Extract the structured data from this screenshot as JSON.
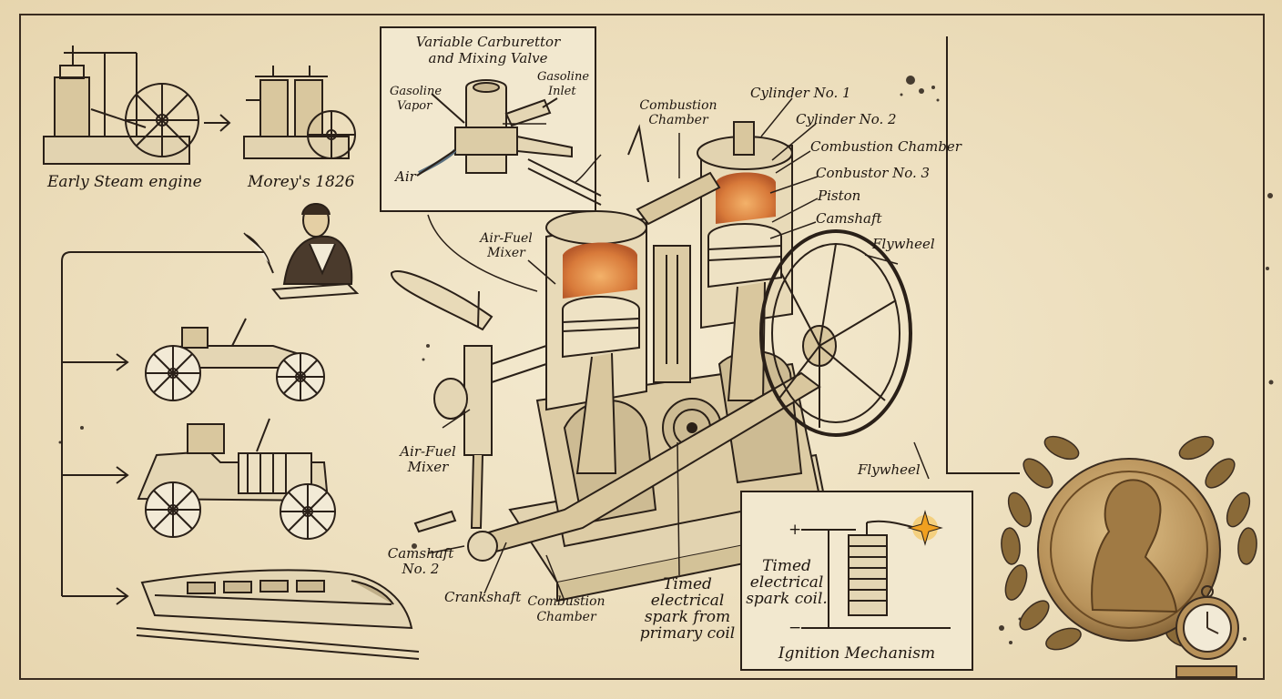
{
  "timeline": {
    "steam_label": "Early Steam engine",
    "morey_label": "Morey's 1826"
  },
  "carburettor_inset": {
    "title_line1": "Variable Carburettor",
    "title_line2": "and Mixing Valve",
    "gas_vapor_l1": "Gasoline",
    "gas_vapor_l2": "Vapor",
    "gas_inlet_l1": "Gasoline",
    "gas_inlet_l2": "Inlet",
    "air": "Air"
  },
  "engine_labels": {
    "combustion_chamber_top_l1": "Combustion",
    "combustion_chamber_top_l2": "Chamber",
    "cylinder_1": "Cylinder No. 1",
    "cylinder_2": "Cylinder No. 2",
    "combustion_chamber_right": "Combustion Chamber",
    "conbustor_3": "Conbustor No. 3",
    "piston": "Piston",
    "camshaft_top": "Camshaft",
    "flywheel_top": "Flywheel",
    "air_fuel_mixer_top_l1": "Air-Fuel",
    "air_fuel_mixer_top_l2": "Mixer",
    "air_fuel_mixer_left_l1": "Air-Fuel",
    "air_fuel_mixer_left_l2": "Mixer",
    "camshaft_no2_l1": "Camshaft",
    "camshaft_no2_l2": "No. 2",
    "crankshaft": "Crankshaft",
    "combustion_chamber_bottom_l1": "Combustion",
    "combustion_chamber_bottom_l2": "Chamber",
    "spark_l1": "Timed",
    "spark_l2": "electrical",
    "spark_l3": "spark from",
    "spark_l4": "primary coil",
    "flywheel_bottom": "Flywheel"
  },
  "ignition_inset": {
    "text_l1": "Timed",
    "text_l2": "electrical",
    "text_l3": "spark coil.",
    "plus": "+",
    "minus": "−",
    "title": "Ignition Mechanism"
  },
  "colors": {
    "paper": "#efe3c6",
    "ink": "#2a2018",
    "flame": "#e0904a",
    "bronze": "#b8925a"
  }
}
